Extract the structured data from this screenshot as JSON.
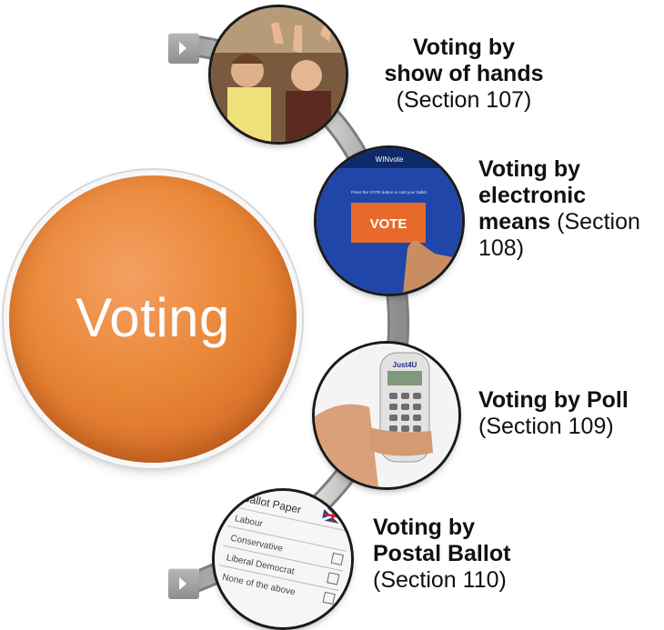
{
  "hub": {
    "label": "Voting"
  },
  "items": [
    {
      "title_lines": [
        "Voting by",
        "show of hands"
      ],
      "section": "(Section 107)",
      "photo": "hands-raised-photo"
    },
    {
      "title_lines": [
        "Voting by",
        "electronic",
        "means"
      ],
      "section": "(Section",
      "section_2": "108)",
      "photo": "touchscreen-vote-photo",
      "screen_header": "WINvote",
      "screen_prompt": "Press the VOTE button to cast your ballot.",
      "screen_button": "VOTE"
    },
    {
      "title_lines": [
        "Voting by Poll"
      ],
      "section": "(Section 109)",
      "photo": "handheld-keypad-photo",
      "device_brand": "Just4U"
    },
    {
      "title_lines": [
        "Voting by",
        "Postal Ballot"
      ],
      "section": "(Section 110)",
      "photo": "ballot-paper-photo",
      "ballot_title": "Ballot Paper",
      "ballot_options": [
        "Labour",
        "Conservative",
        "Liberal Democrat",
        "None of the above"
      ]
    }
  ],
  "colors": {
    "hub": "#e98636",
    "arc": "#b8b8b8",
    "text": "#111111"
  },
  "icons": [
    "arrow-tab-icon"
  ]
}
